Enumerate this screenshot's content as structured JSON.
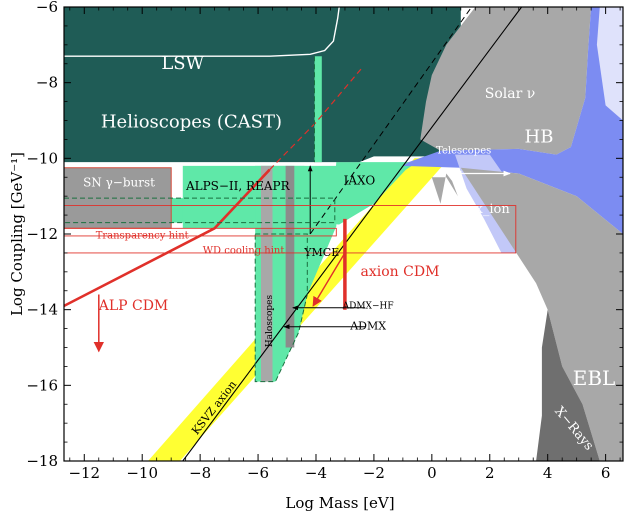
{
  "chart_data": {
    "type": "area",
    "title": "",
    "xlabel": "Log Mass [eV]",
    "ylabel": "Log Coupling [GeV⁻¹]",
    "xlim": [
      -12.7,
      6.6
    ],
    "ylim": [
      -18,
      -6
    ],
    "x_ticks": [
      -12,
      -10,
      -8,
      -6,
      -4,
      -2,
      0,
      2,
      4,
      6
    ],
    "y_ticks": [
      -18,
      -16,
      -14,
      -12,
      -10,
      -8,
      -6
    ],
    "x_tick_labels": [
      "−12",
      "−10",
      "−8",
      "−6",
      "−4",
      "−2",
      "0",
      "2",
      "4",
      "6"
    ],
    "y_tick_labels": [
      "−18",
      "−16",
      "−14",
      "−12",
      "−10",
      "−8",
      "−6"
    ],
    "grid": false,
    "colors": {
      "helioscopes": "#1f5c56",
      "projected": "#5fe8a8",
      "ksvz_band": "#ffff33",
      "astro_gray": "#a8a8a8",
      "xrays": "#6f6f6f",
      "hb_blue": "#7c8cf2",
      "blue_light": "#c2c8f8",
      "alp_cdm": "#e0302a",
      "axion_cdm": "#e0302a"
    },
    "series": [
      {
        "name": "LSW",
        "label_pos": [
          -8.6,
          -7.5
        ],
        "boundary": [
          [
            -12.7,
            -7.3
          ],
          [
            -5.6,
            -7.3
          ],
          [
            -4.2,
            -7.25
          ],
          [
            -3.7,
            -7.15
          ],
          [
            -3.4,
            -6.9
          ],
          [
            -3.25,
            -6.3
          ],
          [
            -3.2,
            -6.0
          ]
        ]
      },
      {
        "name": "Helioscopes (CAST)",
        "label_pos": [
          -8.3,
          -9.05
        ],
        "boundary": [
          [
            -12.7,
            -10.1
          ],
          [
            -2.5,
            -10.1
          ],
          [
            -2.0,
            -9.95
          ],
          [
            0.0,
            -9.95
          ],
          [
            0.5,
            -9.9
          ],
          [
            1.0,
            -9.85
          ]
        ]
      },
      {
        "name": "ALPS−II, REAPR",
        "label_pos": [
          -6.7,
          -10.75
        ],
        "region": [
          [
            -8.6,
            -10.2
          ],
          [
            -4.4,
            -10.2
          ],
          [
            -4.4,
            -11.85
          ],
          [
            -8.6,
            -11.85
          ]
        ]
      },
      {
        "name": "IAXO",
        "label_pos": [
          -2.5,
          -10.6
        ],
        "region": [
          [
            -12.7,
            -11.7
          ],
          [
            -4.4,
            -11.7
          ],
          [
            -3.2,
            -11.75
          ],
          [
            -2.0,
            -11.2
          ],
          [
            -0.9,
            -10.3
          ],
          [
            -0.5,
            -10.1
          ],
          [
            -3.3,
            -10.1
          ],
          [
            -3.4,
            -11.05
          ],
          [
            -12.7,
            -11.05
          ]
        ]
      },
      {
        "name": "SN γ−burst",
        "label_pos": [
          -10.8,
          -10.65
        ],
        "region": [
          [
            -12.7,
            -10.25
          ],
          [
            -9.0,
            -10.25
          ],
          [
            -9.0,
            -11.85
          ],
          [
            -12.7,
            -11.85
          ]
        ]
      },
      {
        "name": "Transparency hint",
        "label_pos": [
          -10.0,
          -12.05
        ],
        "region": [
          [
            -12.7,
            -11.85
          ],
          [
            -3.3,
            -11.85
          ],
          [
            -3.3,
            -12.05
          ],
          [
            -12.7,
            -12.05
          ]
        ]
      },
      {
        "name": "WD cooling hint",
        "label_pos": [
          -6.5,
          -12.45
        ],
        "region": [
          [
            -12.7,
            -11.25
          ],
          [
            2.9,
            -11.25
          ],
          [
            2.9,
            -12.5
          ],
          [
            -12.7,
            -12.5
          ]
        ]
      },
      {
        "name": "Haloscopes",
        "label_pos": [
          -5.6,
          -14.3
        ],
        "region": [
          [
            -5.9,
            -10.2
          ],
          [
            -5.5,
            -10.2
          ],
          [
            -5.5,
            -15.9
          ],
          [
            -5.9,
            -15.9
          ]
        ]
      },
      {
        "name": "YMCE",
        "label_pos": [
          -3.8,
          -12.5
        ]
      },
      {
        "name": "ADMX−HF",
        "label_pos": [
          -2.2,
          -13.9
        ]
      },
      {
        "name": "ADMX",
        "label_pos": [
          -2.2,
          -14.45
        ]
      },
      {
        "name": "axion CDM",
        "label_pos": [
          -1.1,
          -13.0
        ],
        "segment": [
          [
            -3.0,
            -11.6
          ],
          [
            -3.0,
            -14.0
          ]
        ]
      },
      {
        "name": "ALP CDM",
        "label_pos": [
          -10.3,
          -13.9
        ],
        "line": [
          [
            -12.7,
            -13.9
          ],
          [
            -7.5,
            -11.85
          ],
          [
            -5.6,
            -10.3
          ],
          [
            -4.0,
            -9.05
          ],
          [
            -2.4,
            -7.6
          ]
        ],
        "arrow": [
          [
            -11.5,
            -13.6
          ],
          [
            -11.5,
            -15.1
          ]
        ]
      },
      {
        "name": "KSVZ axion",
        "label_pos": [
          -7.5,
          -16.6
        ],
        "line": [
          [
            -8.6,
            -18.0
          ],
          [
            3.1,
            -6.0
          ]
        ],
        "band": [
          [
            -9.8,
            -18.0
          ],
          [
            -8.7,
            -18.0
          ],
          [
            0.6,
            -10.0
          ],
          [
            -0.6,
            -10.0
          ]
        ]
      },
      {
        "name": "Telescopes",
        "label_pos": [
          1.1,
          -9.8
        ],
        "arrow": [
          [
            0.8,
            -10.4
          ],
          [
            2.7,
            -10.4
          ]
        ]
      },
      {
        "name": "Solar ν",
        "label_pos": [
          2.7,
          -8.3
        ]
      },
      {
        "name": "HB",
        "label_pos": [
          3.7,
          -9.45
        ],
        "boundary": [
          [
            -0.8,
            -10.1
          ],
          [
            0.3,
            -9.8
          ],
          [
            3.0,
            -9.75
          ],
          [
            4.3,
            -9.9
          ],
          [
            4.8,
            -9.7
          ],
          [
            5.3,
            -8.4
          ],
          [
            5.4,
            -7.1
          ],
          [
            5.5,
            -6.0
          ]
        ]
      },
      {
        "name": "x_ion",
        "label_pos": [
          2.1,
          -11.35
        ],
        "region": [
          [
            0.8,
            -9.9
          ],
          [
            2.0,
            -9.9
          ],
          [
            3.0,
            -11.0
          ],
          [
            3.0,
            -12.5
          ],
          [
            2.4,
            -12.5
          ],
          [
            1.8,
            -11.6
          ],
          [
            1.2,
            -10.8
          ]
        ]
      },
      {
        "name": "EBL",
        "label_pos": [
          5.6,
          -15.85
        ],
        "boundary": [
          [
            -0.2,
            -8.5
          ],
          [
            0.0,
            -7.8
          ],
          [
            0.5,
            -7.0
          ],
          [
            1.5,
            -6.0
          ],
          [
            6.6,
            -6.0
          ],
          [
            6.6,
            -18.0
          ],
          [
            5.8,
            -18.0
          ],
          [
            5.2,
            -16.5
          ],
          [
            4.5,
            -15.5
          ],
          [
            4.0,
            -14.0
          ],
          [
            3.6,
            -13.3
          ],
          [
            3.0,
            -12.5
          ],
          [
            2.4,
            -12.0
          ],
          [
            1.5,
            -11.5
          ],
          [
            0.9,
            -11.0
          ],
          [
            0.5,
            -10.5
          ]
        ]
      },
      {
        "name": "X−Rays",
        "label_pos": [
          4.9,
          -17.15
        ],
        "region": [
          [
            4.0,
            -14.0
          ],
          [
            4.5,
            -15.5
          ],
          [
            5.2,
            -16.5
          ],
          [
            5.8,
            -18.0
          ],
          [
            3.6,
            -18.0
          ],
          [
            3.8,
            -16.8
          ],
          [
            3.8,
            -15.0
          ]
        ]
      }
    ],
    "annotations": [
      {
        "text": "LSW",
        "x": -8.6,
        "y": -7.5
      },
      {
        "text": "Helioscopes (CAST)",
        "x": -8.3,
        "y": -9.05
      },
      {
        "text": "Solar ν",
        "x": 2.7,
        "y": -8.3
      },
      {
        "text": "HB",
        "x": 3.7,
        "y": -9.45
      },
      {
        "text": "Telescopes",
        "x": 1.1,
        "y": -9.8
      },
      {
        "text": "SN γ−burst",
        "x": -10.8,
        "y": -10.65
      },
      {
        "text": "ALPS−II, REAPR",
        "x": -6.7,
        "y": -10.75
      },
      {
        "text": "IAXO",
        "x": -2.5,
        "y": -10.6
      },
      {
        "text": "x_ion",
        "x": 2.1,
        "y": -11.35
      },
      {
        "text": "Transparency hint",
        "x": -10.0,
        "y": -12.05
      },
      {
        "text": "WD cooling hint",
        "x": -6.5,
        "y": -12.45
      },
      {
        "text": "YMCE",
        "x": -3.8,
        "y": -12.5
      },
      {
        "text": "axion CDM",
        "x": -1.1,
        "y": -13.0
      },
      {
        "text": "ALP CDM",
        "x": -10.3,
        "y": -13.9
      },
      {
        "text": "ADMX−HF",
        "x": -2.2,
        "y": -13.9
      },
      {
        "text": "ADMX",
        "x": -2.2,
        "y": -14.45
      },
      {
        "text": "Haloscopes",
        "x": -5.6,
        "y": -14.3
      },
      {
        "text": "EBL",
        "x": 5.6,
        "y": -15.85
      },
      {
        "text": "KSVZ axion",
        "x": -7.5,
        "y": -16.6
      },
      {
        "text": "X−Rays",
        "x": 4.9,
        "y": -17.15
      }
    ]
  }
}
